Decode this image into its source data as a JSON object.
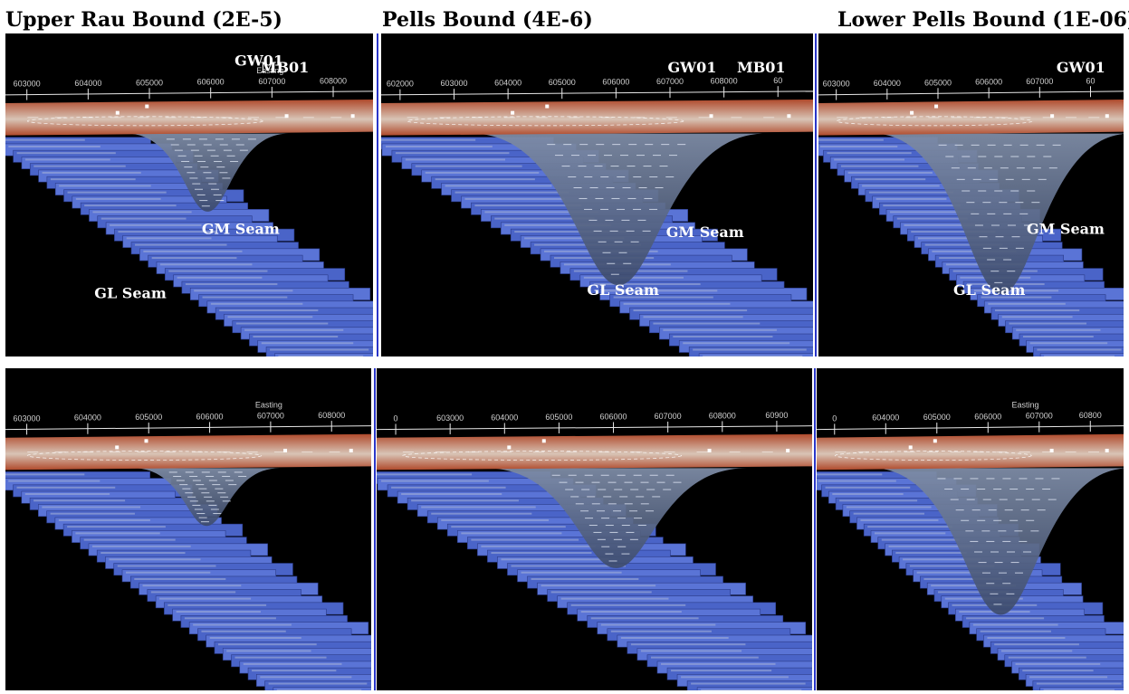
{
  "columns": [
    {
      "title": "Upper Rau Bound (2E-5)"
    },
    {
      "title": "Pells Bound (4E-6)"
    },
    {
      "title": "Lower Pells Bound (1E-06)"
    }
  ],
  "panels": [
    {
      "ticks": [
        "603000",
        "604000",
        "605000",
        "606000",
        "607000",
        "608000"
      ],
      "axis_title": "Easting",
      "wells": [
        "GW01",
        "MB01"
      ],
      "seams": [
        "GM Seam",
        "GL Seam"
      ],
      "cone_depth": 0.35,
      "cone_halfwidth": 0.22
    },
    {
      "ticks": [
        "602000",
        "603000",
        "604000",
        "605000",
        "606000",
        "607000",
        "608000",
        "60"
      ],
      "axis_title": "",
      "wells": [
        "GW01",
        "MB01"
      ],
      "seams": [
        "GM Seam",
        "GL Seam"
      ],
      "cone_depth": 0.68,
      "cone_halfwidth": 0.34
    },
    {
      "ticks": [
        "603000",
        "604000",
        "605000",
        "606000",
        "607000",
        "60"
      ],
      "axis_title": "",
      "wells": [
        "GW01"
      ],
      "seams": [
        "GM Seam",
        "GL Seam"
      ],
      "cone_depth": 0.72,
      "cone_halfwidth": 0.42
    },
    {
      "ticks": [
        "603000",
        "604000",
        "605000",
        "606000",
        "607000",
        "608000"
      ],
      "axis_title": "Easting",
      "wells": [],
      "seams": [],
      "cone_depth": 0.26,
      "cone_halfwidth": 0.2
    },
    {
      "ticks": [
        "0",
        "603000",
        "604000",
        "605000",
        "606000",
        "607000",
        "608000",
        "60900"
      ],
      "axis_title": "",
      "wells": [],
      "seams": [],
      "cone_depth": 0.45,
      "cone_halfwidth": 0.3
    },
    {
      "ticks": [
        "0",
        "604000",
        "605000",
        "606000",
        "607000",
        "60800"
      ],
      "axis_title": "Easting",
      "wells": [],
      "seams": [],
      "cone_depth": 0.66,
      "cone_halfwidth": 0.42
    }
  ],
  "colors": {
    "layer_top": "#b04a2c",
    "layer_mid": "#d8c4b6",
    "seam_blue": "#4a64c8",
    "cone": "#7e8ca6"
  }
}
